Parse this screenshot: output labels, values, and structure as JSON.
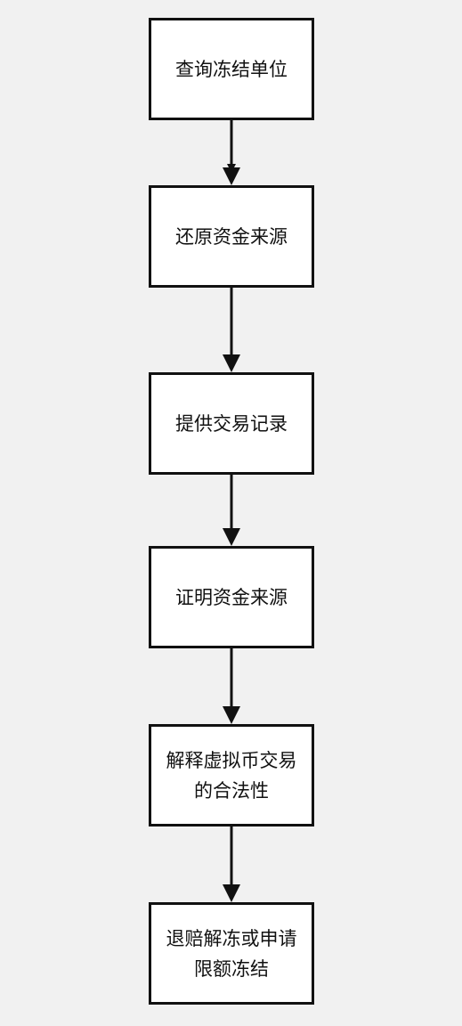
{
  "diagram": {
    "steps": [
      {
        "label": "查询冻结单位"
      },
      {
        "label": "还原资金来源"
      },
      {
        "label": "提供交易记录"
      },
      {
        "label": "证明资金来源"
      },
      {
        "label": "解释虚拟币交易\n的合法性"
      },
      {
        "label": "退赔解冻或申请\n限额冻结"
      }
    ]
  },
  "colors": {
    "background": "#f1f1f1",
    "box_fill": "#ffffff",
    "stroke": "#111111",
    "text": "#111111"
  }
}
